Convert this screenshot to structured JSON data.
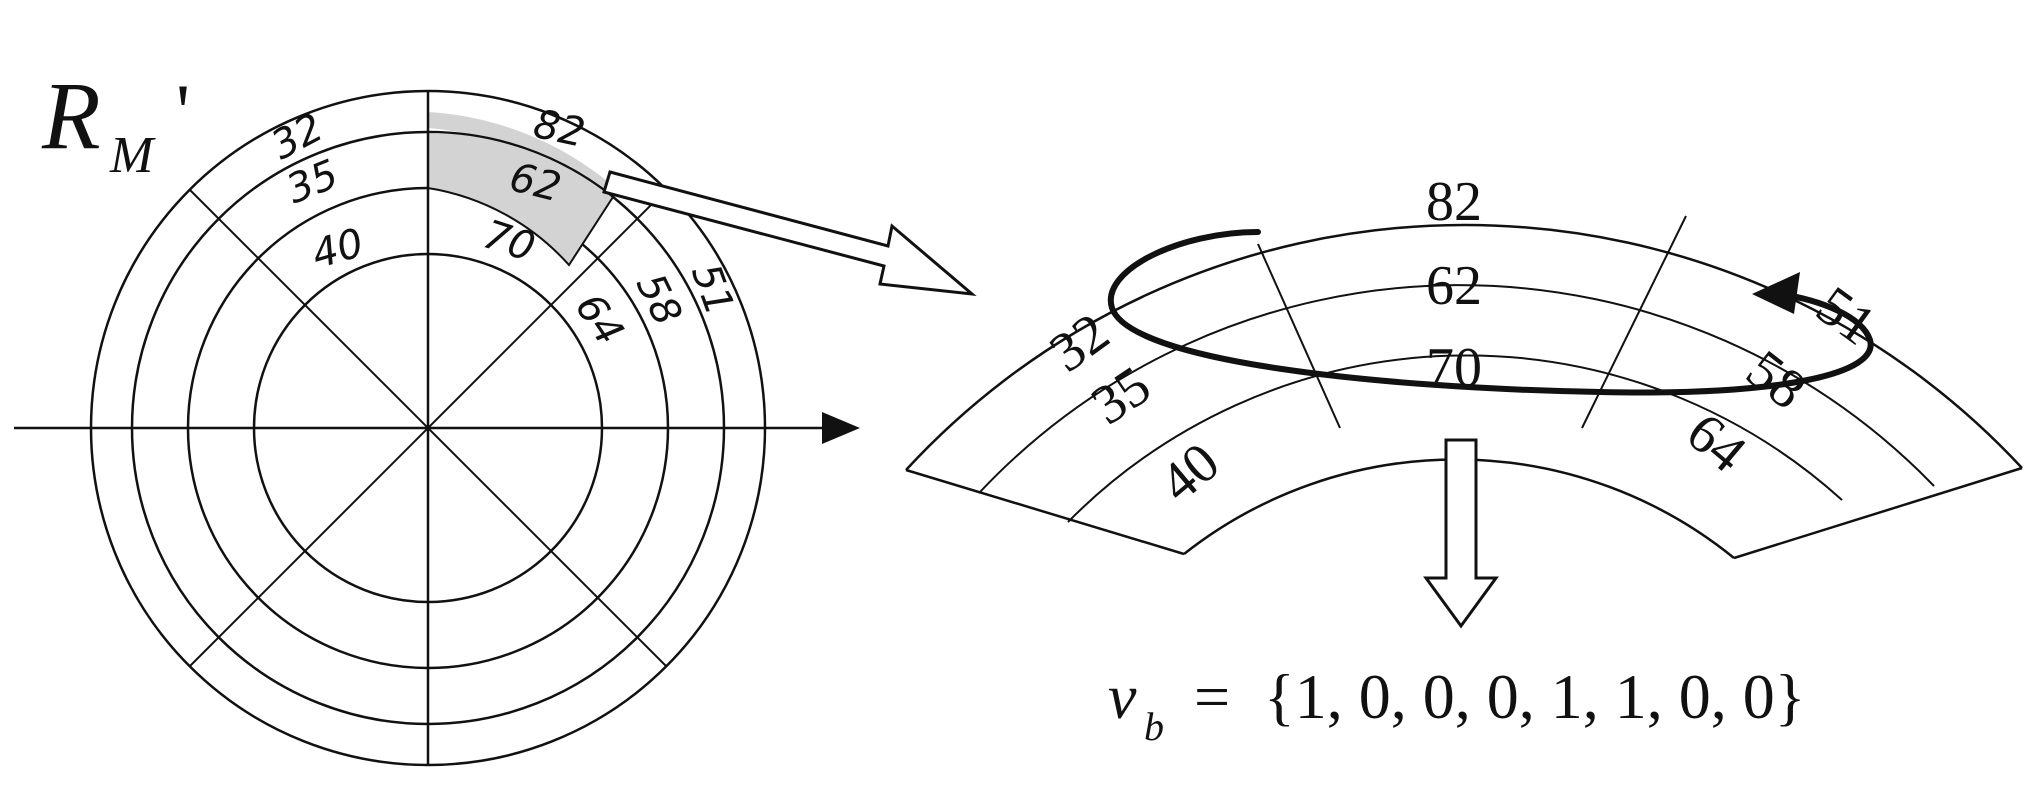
{
  "title": {
    "symbol": "R",
    "subscript": "M",
    "prime": "'"
  },
  "polar_grid": {
    "highlighted_sector_color": "#d3d3d3",
    "sectors": [
      {
        "label_outer": "32",
        "label_middle": "35",
        "label_inner": "40"
      },
      {
        "label_outer": "82",
        "label_middle": "62",
        "label_inner": "70",
        "highlighted": true
      },
      {
        "label_outer": "51",
        "label_middle": "58",
        "label_inner": "64"
      }
    ]
  },
  "unwrapped_strip": {
    "columns": [
      {
        "r1": "32",
        "r2": "35",
        "r3": "40"
      },
      {
        "r1": "82",
        "r2": "62",
        "r3": "70"
      },
      {
        "r1": "51",
        "r2": "58",
        "r3": "64"
      }
    ]
  },
  "formula": {
    "variable": "v",
    "subscript": "b",
    "equals": "=",
    "value": "{1, 0, 0, 0, 1, 1, 0, 0}"
  },
  "colors": {
    "stroke": "#111111",
    "highlight": "#d3d3d3",
    "background": "#ffffff"
  }
}
